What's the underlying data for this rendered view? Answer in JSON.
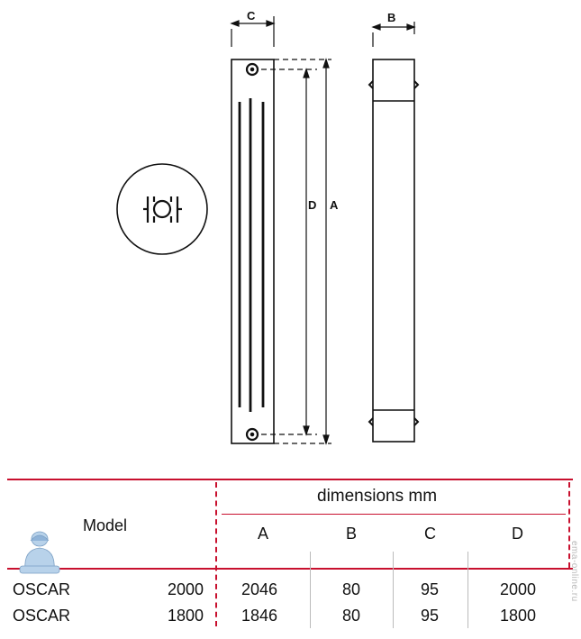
{
  "drawing": {
    "dim_labels": {
      "c": "C",
      "b": "B",
      "d": "D",
      "a": "A"
    }
  },
  "table": {
    "group_header": "dimensions mm",
    "model_header": "Model",
    "columns": [
      "A",
      "B",
      "C",
      "D"
    ],
    "rows": [
      {
        "model": "OSCAR",
        "size": "2000",
        "a": "2046",
        "b": "80",
        "c": "95",
        "d": "2000"
      },
      {
        "model": "OSCAR",
        "size": "1800",
        "a": "1846",
        "b": "80",
        "c": "95",
        "d": "1800"
      }
    ]
  },
  "watermark": "ema-online.ru",
  "colors": {
    "rule": "#c8102e",
    "ink": "#111111"
  },
  "icons": [
    "pipe-connection-icon",
    "mascot-logo-icon"
  ]
}
